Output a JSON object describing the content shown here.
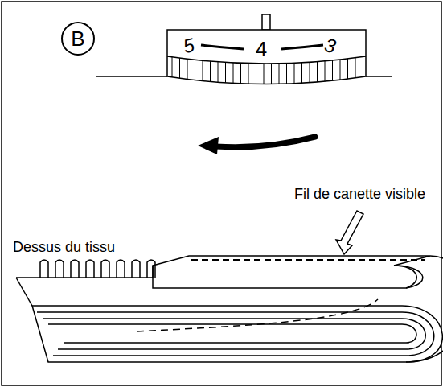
{
  "diagram": {
    "nodes": [
      {
        "text": [
          "B"
        ]
      },
      {
        "text": [
          "5",
          "4",
          "3"
        ]
      }
    ],
    "labels": [
      "Dessus du tissu",
      "Fil de canette visible"
    ]
  }
}
